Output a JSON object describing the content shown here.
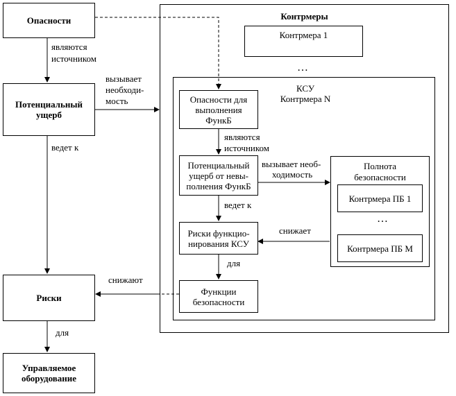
{
  "left_column": {
    "hazards": "Опасности",
    "potential_damage": "Потенциальный ущерб",
    "risks": "Риски",
    "managed_equipment": "Управляемое оборудование",
    "label_are_source_1": "являются",
    "label_are_source_2": "источником",
    "label_leads_to": "ведет к",
    "label_for": "для"
  },
  "middle_labels": {
    "causes_1": "вызывает",
    "causes_2": "необходи-",
    "causes_3": "мость",
    "reduce": "снижают"
  },
  "countermeasures": {
    "title": "Контрмеры",
    "item_1": "Контрмера 1",
    "ellipsis": "…",
    "ksu_title_1": "КСУ",
    "ksu_title_2": "Контрмера N",
    "ksu": {
      "func_hazards": "Опасности для выполнения ФункБ",
      "label_are_source_1": "являются",
      "label_are_source_2": "источником",
      "func_damage": "Потенциальный ущерб от невы-полнения ФункБ",
      "label_causes_1": "вызывает необ-",
      "label_causes_2": "ходимость",
      "label_leads_to": "ведет к",
      "func_risks": "Риски функцио-нирования КСУ",
      "label_reduces": "снижает",
      "label_for": "для",
      "safety_functions": "Функции безопасности",
      "safety_integrity": {
        "title_1": "Полнота",
        "title_2": "безопасности",
        "item_1": "Контрмера ПБ 1",
        "ellipsis": "…",
        "item_m": "Контрмера ПБ М"
      }
    }
  }
}
